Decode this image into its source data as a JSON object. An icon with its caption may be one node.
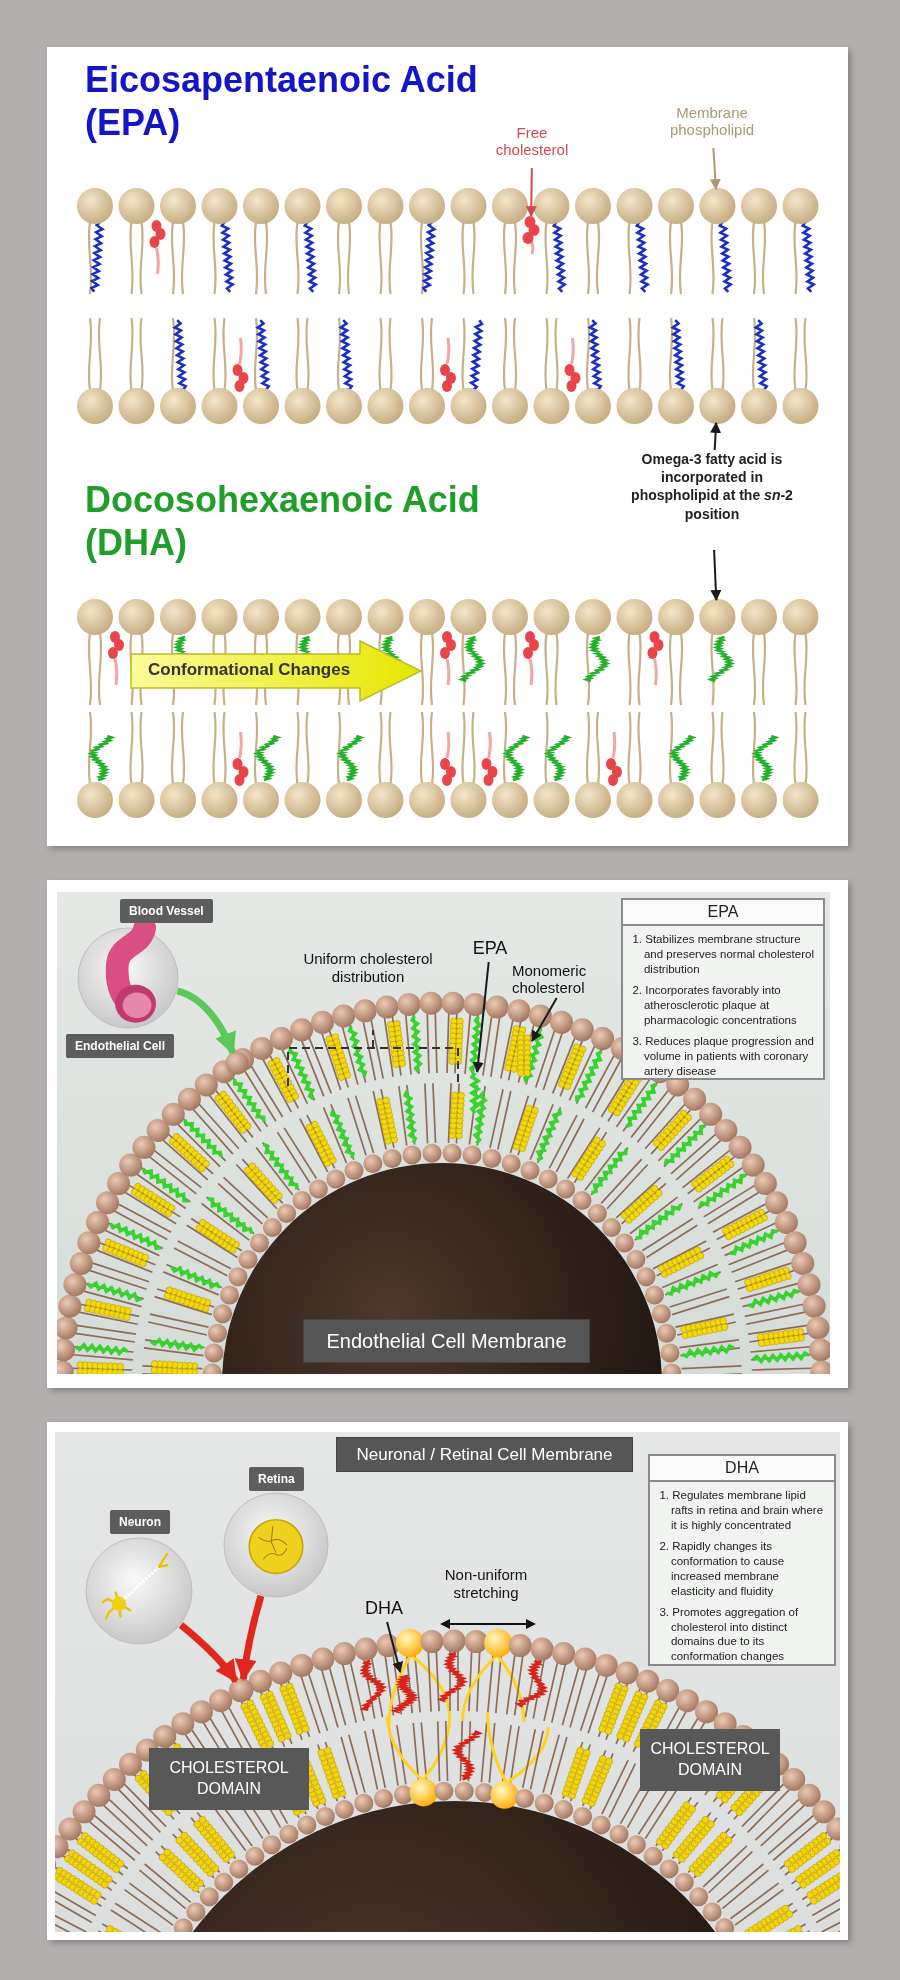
{
  "diagram": {
    "nodes": [
      {
        "text": [
          "Free cholesterol"
        ]
      },
      {
        "text": [
          "Membrane phospholipid"
        ]
      },
      {
        "text": [
          "Omega-3 fatty acid is incorporated in phospholipid at the *sn*-2 position"
        ]
      },
      {
        "text": [
          "Conformational Changes"
        ]
      },
      {
        "text": [
          "Blood Vessel"
        ]
      },
      {
        "text": [],
        "shape": "picture"
      },
      {
        "text": [
          "Endothelial Cell"
        ]
      },
      {
        "text": [
          "EPA"
        ]
      },
      {
        "text": [
          "Monomeric cholesterol"
        ]
      },
      {
        "text": [
          "EPA",
          "1. Stabilizes membrane structure and preserves normal cholesterol distribution",
          "2. Incorporates favorably into atherosclerotic plaque at pharmacologic concentrations",
          "3. Reduces plaque progression and volume in patients with coronary artery disease"
        ]
      },
      {
        "text": [
          "Endothelial Cell Membrane"
        ]
      },
      {
        "text": [
          "Neuronal / Retinal Cell Membrane"
        ]
      },
      {
        "text": [
          "Neuron"
        ]
      },
      {
        "text": [],
        "shape": "picture"
      },
      {
        "text": [
          "Retina"
        ]
      },
      {
        "text": [],
        "shape": "picture"
      },
      {
        "text": [
          "DHA",
          "1. Regulates membrane lipid rafts in retina and brain where it is highly concentrated",
          "2. Rapidly changes its conformation to cause increased membrane elasticity and fluidity",
          "3. Promotes aggregation of cholesterol into distinct domains due to its conformation changes"
        ]
      },
      {
        "text": [
          "DHA"
        ]
      },
      {
        "text": [
          "CHOLESTEROL DOMAIN"
        ]
      },
      {
        "text": [
          "CHOLESTEROL DOMAIN"
        ]
      },
      {
        "text": [],
        "shape": "blob"
      },
      {
        "text": [],
        "shape": "circle"
      },
      {
        "text": [],
        "shape": "circle"
      },
      {
        "text": [],
        "shape": "circle"
      },
      {
        "text": [],
        "shape": "bar"
      },
      {
        "text": [],
        "shape": "bar"
      },
      {
        "text": [],
        "shape": "circle"
      },
      {
        "text": [],
        "shape": "circle"
      },
      {
        "text": [],
        "shape": "bar"
      }
    ],
    "edges": [
      {
        "from": 0,
        "to": 20,
        "arrow": "to",
        "color": "#d6474d"
      },
      {
        "from": 1,
        "to": 21,
        "arrow": "to",
        "color": "#ab9877"
      },
      {
        "from": 2,
        "to": 22,
        "arrow": "to"
      },
      {
        "from": 2,
        "to": 23,
        "arrow": "to"
      },
      {
        "from": 5,
        "to": 26,
        "arrow": "to",
        "style": "thick",
        "color": "#5cc85a"
      },
      {
        "from": 7,
        "to": 24,
        "arrow": "to"
      },
      {
        "from": 8,
        "to": 25,
        "arrow": "to"
      },
      {
        "from": 13,
        "to": 27,
        "arrow": "to",
        "style": "thick",
        "color": "#e0281e"
      },
      {
        "from": 15,
        "to": 27,
        "arrow": "to",
        "style": "thick",
        "color": "#e0281e"
      },
      {
        "from": 17,
        "to": 28,
        "arrow": "to"
      }
    ],
    "labels": [
      "Eicosapentaenoic Acid (EPA)",
      "Docosohexaenoic Acid (DHA)",
      "Uniform cholesterol distribution",
      "Non-uniform stretching"
    ]
  }
}
